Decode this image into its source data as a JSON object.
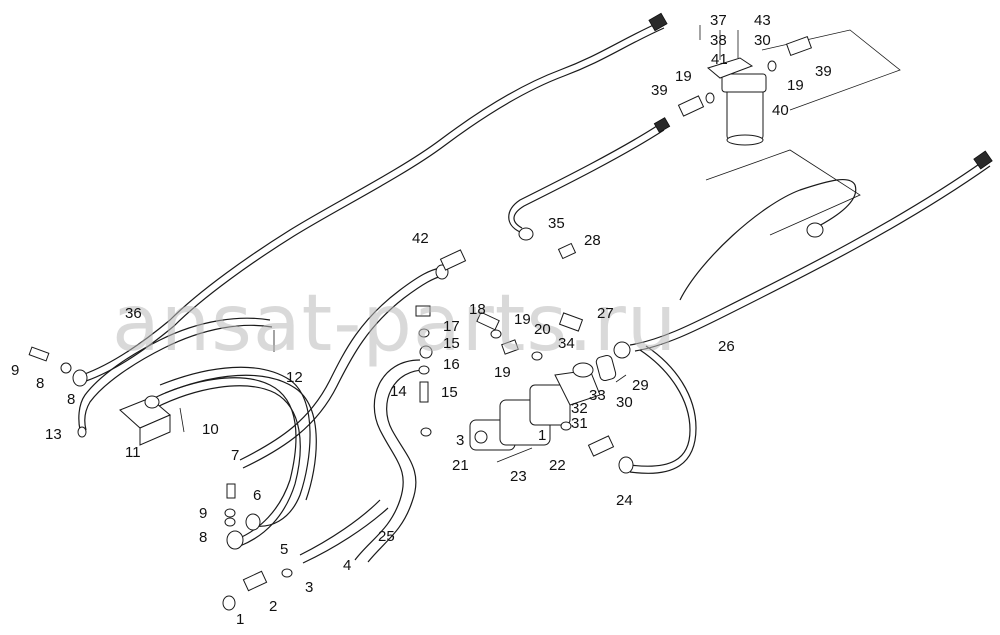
{
  "diagram": {
    "watermark": "ansat-parts.ru",
    "callouts": [
      "1",
      "1",
      "2",
      "3",
      "3",
      "4",
      "5",
      "6",
      "7",
      "8",
      "8",
      "8",
      "9",
      "9",
      "10",
      "11",
      "12",
      "13",
      "14",
      "15",
      "15",
      "16",
      "17",
      "18",
      "19",
      "19",
      "19",
      "19",
      "20",
      "21",
      "22",
      "23",
      "24",
      "25",
      "26",
      "27",
      "28",
      "29",
      "30",
      "30",
      "31",
      "32",
      "33",
      "34",
      "35",
      "36",
      "37",
      "38",
      "39",
      "39",
      "39",
      "40",
      "41",
      "42",
      "43"
    ]
  }
}
